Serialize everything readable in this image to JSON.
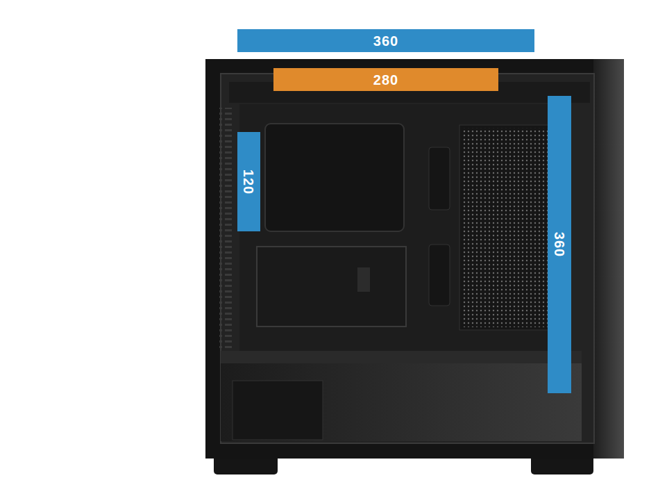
{
  "diagram": {
    "nodes": [
      {
        "text": [
          "360"
        ]
      },
      {
        "text": [
          "280"
        ]
      },
      {
        "text": [
          "120"
        ]
      },
      {
        "text": [
          "360"
        ]
      }
    ]
  }
}
